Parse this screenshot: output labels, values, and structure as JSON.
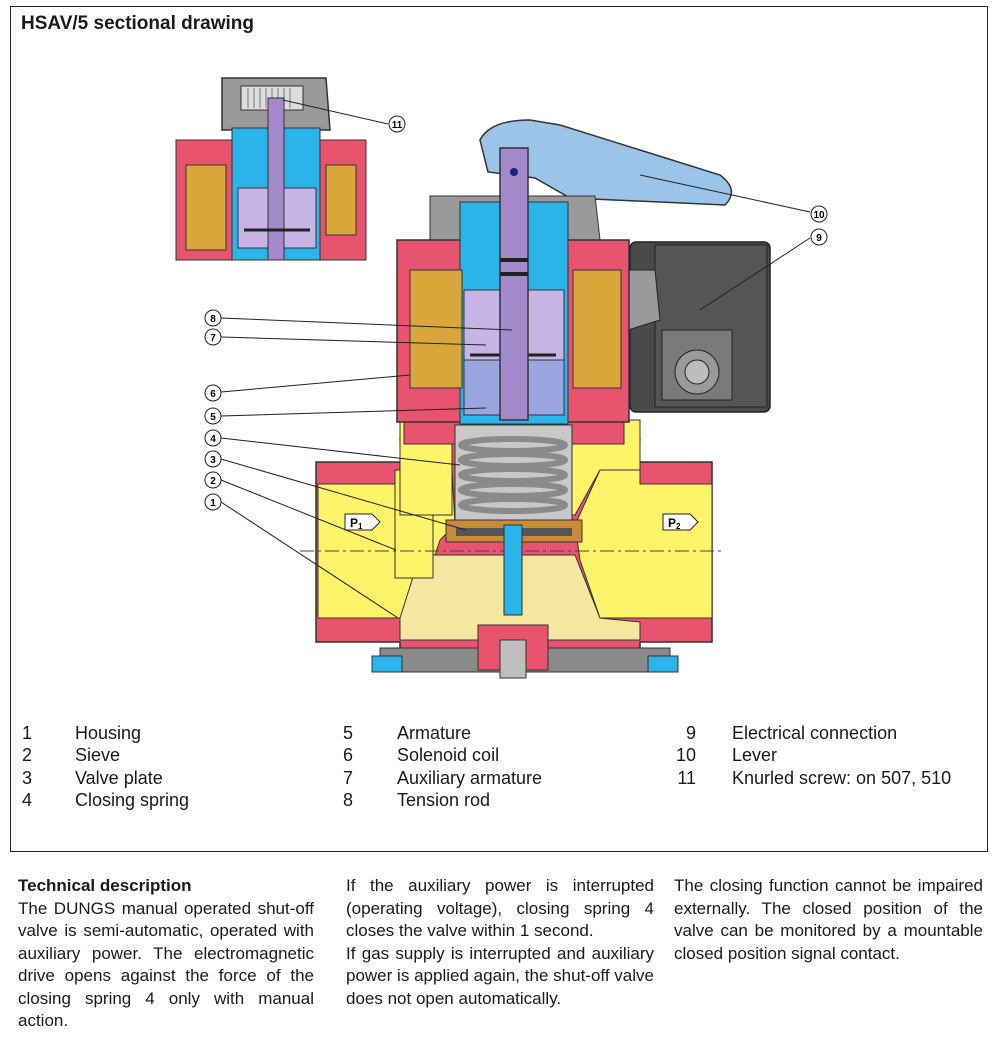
{
  "figure": {
    "title": "HSAV/5 sectional drawing",
    "callouts": [
      "11",
      "10",
      "9",
      "8",
      "7",
      "6",
      "5",
      "4",
      "3",
      "2",
      "1"
    ],
    "pressure_labels": {
      "p1": "P",
      "p1_sub": "1",
      "p2": "P",
      "p2_sub": "2"
    }
  },
  "legend": {
    "columns": [
      [
        {
          "num": "1",
          "label": "Housing"
        },
        {
          "num": "2",
          "label": "Sieve"
        },
        {
          "num": "3",
          "label": "Valve plate"
        },
        {
          "num": "4",
          "label": "Closing spring"
        }
      ],
      [
        {
          "num": "5",
          "label": "Armature"
        },
        {
          "num": "6",
          "label": "Solenoid coil"
        },
        {
          "num": "7",
          "label": "Auxiliary armature"
        },
        {
          "num": "8",
          "label": "Tension rod"
        }
      ],
      [
        {
          "num": "9",
          "label": "Electrical connection"
        },
        {
          "num": "10",
          "label": "Lever"
        },
        {
          "num": "11",
          "label": "Knurled screw: on 507, 510"
        }
      ]
    ]
  },
  "description": {
    "title": "Technical description",
    "col1": "The DUNGS manual operated shut-off valve is semi-automatic, operated with auxiliary power. The electromagnetic drive opens against the force of the closing spring 4 only with manual action.",
    "col2a": "If the auxiliary power is interrupted (operating voltage), closing spring 4 closes the valve within 1 second.",
    "col2b": "If gas supply is interrupted and auxiliary power is applied again, the shut-off valve does not open automatically.",
    "col3": "The closing function cannot be impaired externally. The closed position of the valve can be monitored by a mountable closed position signal contact."
  },
  "colors": {
    "housing_red": "#e8546e",
    "gas_yellow": "#fff36a",
    "gas_pale": "#f5e6a0",
    "bonnet_blue": "#2ab4e8",
    "lever_blue": "#9cc3e8",
    "armature_purple": "#b59ad8",
    "tension_rod": "#a58acb",
    "coil_gold": "#d9a63c",
    "gray_cap": "#9a9a9a",
    "dark_connector": "#4a4a4a",
    "plate_brown": "#c98a3a",
    "spring_gray": "#bfbfbf"
  }
}
